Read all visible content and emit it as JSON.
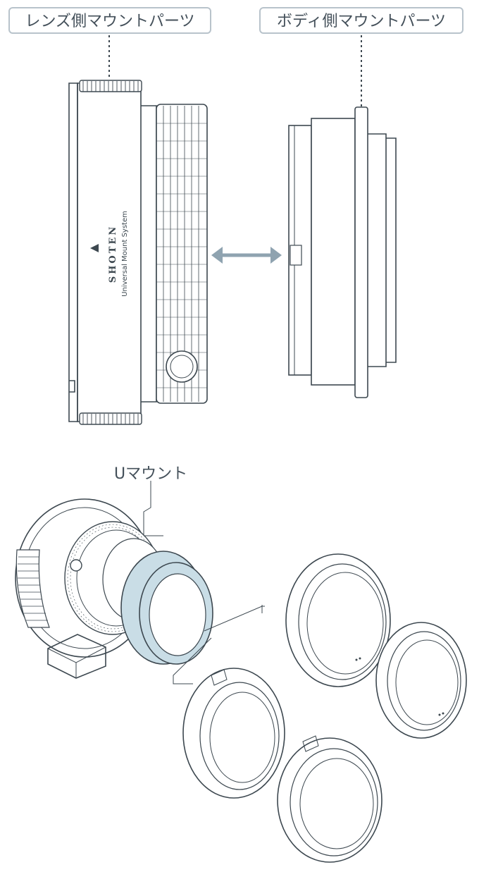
{
  "labels": {
    "lens_side": "レンズ側マウントパーツ",
    "body_side": "ボディ側マウントパーツ",
    "u_mount": "Uマウント"
  },
  "branding": {
    "brand": "SHOTEN",
    "subtitle": "Universal Mount System"
  },
  "colors": {
    "arrow": "#8fa3b0",
    "highlight": "#c9dde6",
    "line": "#3d4850",
    "label_border": "#b8c3cb"
  },
  "icons": [
    "double-arrow-icon"
  ]
}
